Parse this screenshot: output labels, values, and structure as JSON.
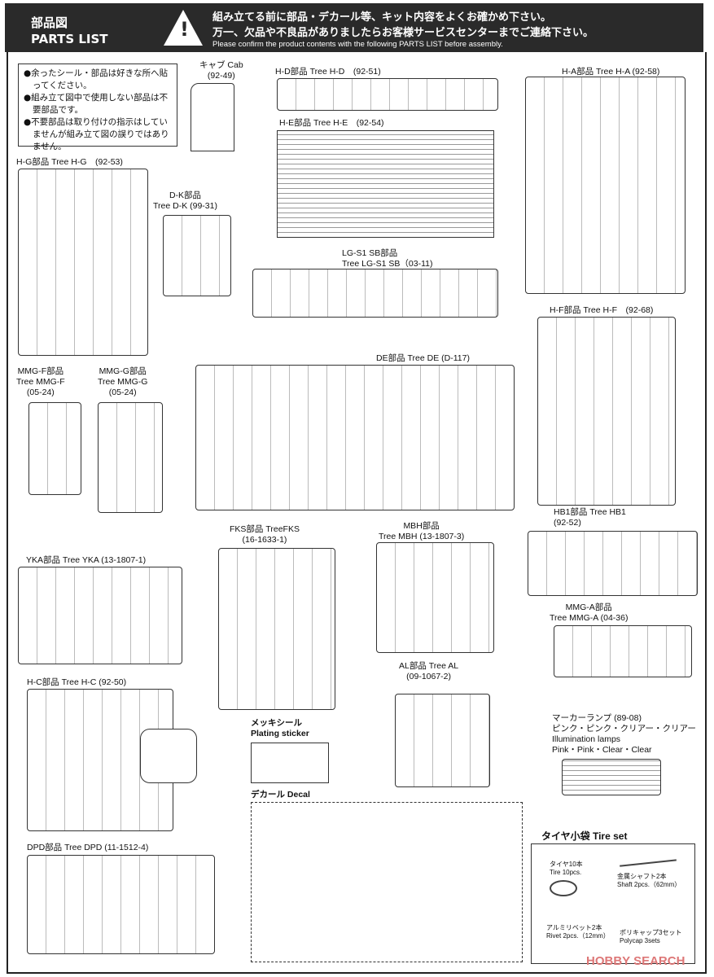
{
  "header": {
    "title_jp": "部品図",
    "title_en": "PARTS LIST",
    "warning_jp_1": "組み立てる前に部品・デカール等、キット内容をよくお確かめ下さい。",
    "warning_jp_2": "万一、欠品や不良品がありましたらお客様サービスセンターまでご連絡下さい。",
    "warning_en": "Please confirm the product contents with the following PARTS LIST before assembly."
  },
  "notes": [
    "●余ったシール・部品は好きな所へ貼ってください。",
    "●組み立て図中で使用しない部品は不要部品です。",
    "●不要部品は取り付けの指示はしていませんが組み立て図の誤りではありません。"
  ],
  "trees": {
    "cab": "キャブ Cab\n(92-49)",
    "hd": "H-D部品 Tree H-D　(92-51)",
    "he": "H-E部品 Tree H-E　(92-54)",
    "ha": "H-A部品 Tree H-A (92-58)",
    "hg": "H-G部品 Tree H-G　(92-53)",
    "dk": "D-K部品\nTree D-K (99-31)",
    "lg": "LG-S1 SB部品\nTree LG-S1 SB（03-11)",
    "hf": "H-F部品 Tree H-F　(92-68)",
    "de": "DE部品 Tree DE (D-117)",
    "mmgf": "MMG-F部品\nTree MMG-F\n(05-24)",
    "mmgg": "MMG-G部品\nTree MMG-G\n(05-24)",
    "fks": "FKS部品 TreeFKS\n(16-1633-1)",
    "mbh": "MBH部品\nTree MBH (13-1807-3)",
    "hb1": "HB1部品 Tree HB1\n(92-52)",
    "yka": "YKA部品 Tree YKA (13-1807-1)",
    "mmga": "MMG-A部品\nTree MMG-A (04-36)",
    "al": "AL部品 Tree AL\n(09-1067-2)",
    "hc": "H-C部品 Tree H-C (92-50)",
    "dpd": "DPD部品 Tree DPD (11-1512-4)"
  },
  "plating": "メッキシール\nPlating sticker",
  "lamps": "マーカーランプ (89-08)\nピンク・ピンク・クリアー・クリアー\nIllumination lamps\nPink・Pink・Clear・Clear",
  "decal": "デカール Decal",
  "tire_set": {
    "title": "タイヤ小袋 Tire set",
    "tire": "タイヤ10本\nTire 10pcs.",
    "shaft": "金属シャフト2本\nShaft 2pcs.（62mm）",
    "rivet": "アルミリベット2本\nRivet 2pcs.（12mm）",
    "polycap": "ポリキャップ3セット\nPolycap 3sets"
  },
  "watermark": "HOBBY SEARCH"
}
